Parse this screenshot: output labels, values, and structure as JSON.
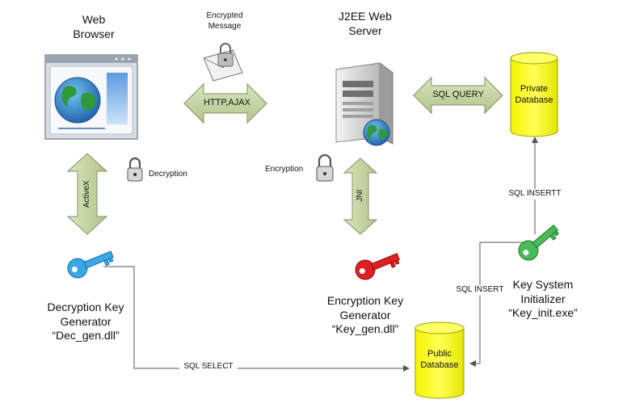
{
  "nodes": {
    "web_browser": {
      "line1": "Web",
      "line2": "Browser"
    },
    "server": {
      "line1": "J2EE Web",
      "line2": "Server"
    },
    "private_db": {
      "line1": "Private",
      "line2": "Database"
    },
    "public_db": {
      "line1": "Public",
      "line2": "Database"
    },
    "decryption_generator": {
      "line1": "Decryption Key",
      "line2": "Generator",
      "line3": "“Dec_gen.dll”"
    },
    "encryption_generator": {
      "line1": "Encryption Key",
      "line2": "Generator",
      "line3": "“Key_gen.dll”"
    },
    "key_initializer": {
      "line1": "Key System",
      "line2": "Initializer",
      "line3": "“Key_init.exe”"
    }
  },
  "labels": {
    "encrypted_message_1": "Encrypted",
    "encrypted_message_2": "Message",
    "decryption": "Decryption",
    "encryption": "Encryption"
  },
  "edges": {
    "http": "HTTP,AJAX",
    "sql_query": "SQL QUERY",
    "activex": "ActiveX",
    "jni": "JNI",
    "sql_insertt": "SQL INSERTT",
    "sql_insert": "SQL INSERT",
    "sql_select": "SQL SELECT"
  },
  "colors": {
    "arrow_fill": "#c5d3a3",
    "arrow_stroke": "#7f9262",
    "db_fill": "#ffff00",
    "db_stroke": "#9a9a00",
    "key_blue": "#3aa8e6",
    "key_red": "#e02020",
    "key_green": "#49b95a"
  }
}
